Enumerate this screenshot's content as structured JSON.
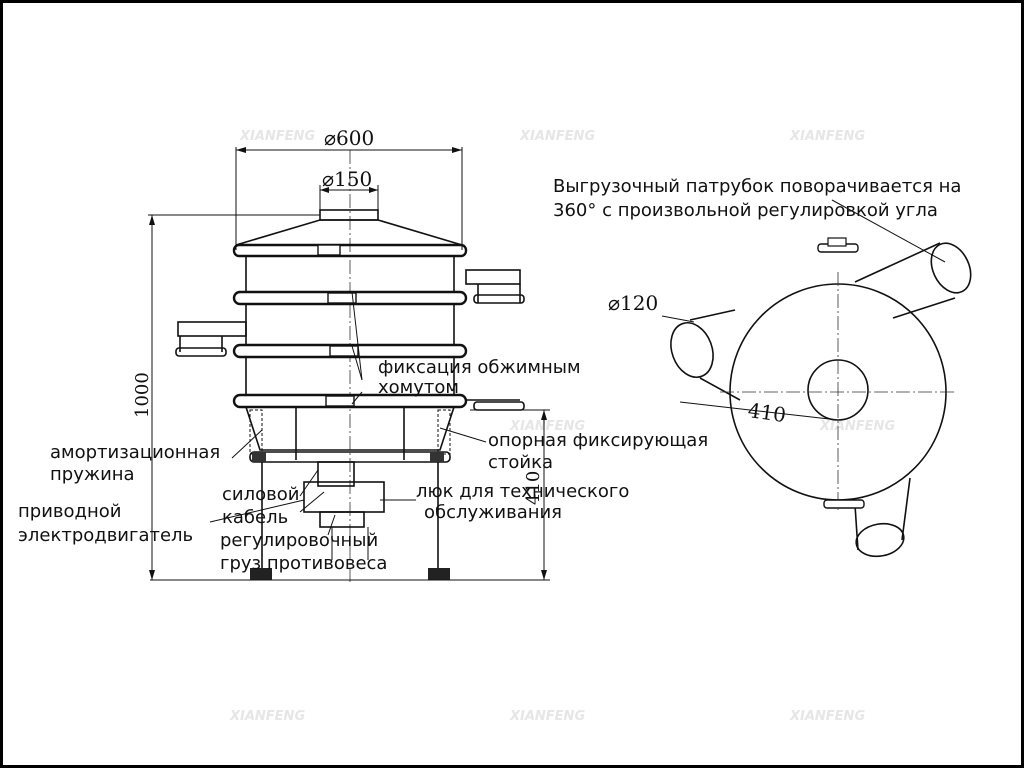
{
  "watermark": "XIANFENG",
  "dimensions": {
    "outer_diameter": "⌀600",
    "inlet_diameter": "⌀150",
    "height": "1000",
    "base_height": "410",
    "outlet_diameter": "⌀120",
    "outlet_offset": "410"
  },
  "labels": {
    "discharge_note_line1": "Выгрузочный патрубок поворачивается на",
    "discharge_note_line2": "360° с произвольной регулировкой угла",
    "clamp_line1": "фиксация обжимным",
    "clamp_line2": "хомутом",
    "spring_line1": "амортизационная",
    "spring_line2": "пружина",
    "support_line1": "опорная фиксирующая",
    "support_line2": "стойка",
    "cable_line1": "силовой",
    "cable_line2": "кабель",
    "hatch_line1": "люк для технического",
    "hatch_line2": "обслуживания",
    "motor_line1": "приводной",
    "motor_line2": "электродвигатель",
    "weight_line1": "регулировочный",
    "weight_line2": "груз противовеса"
  },
  "colors": {
    "line": "#111111",
    "border": "#000000",
    "watermark": "#e6e6e6"
  }
}
